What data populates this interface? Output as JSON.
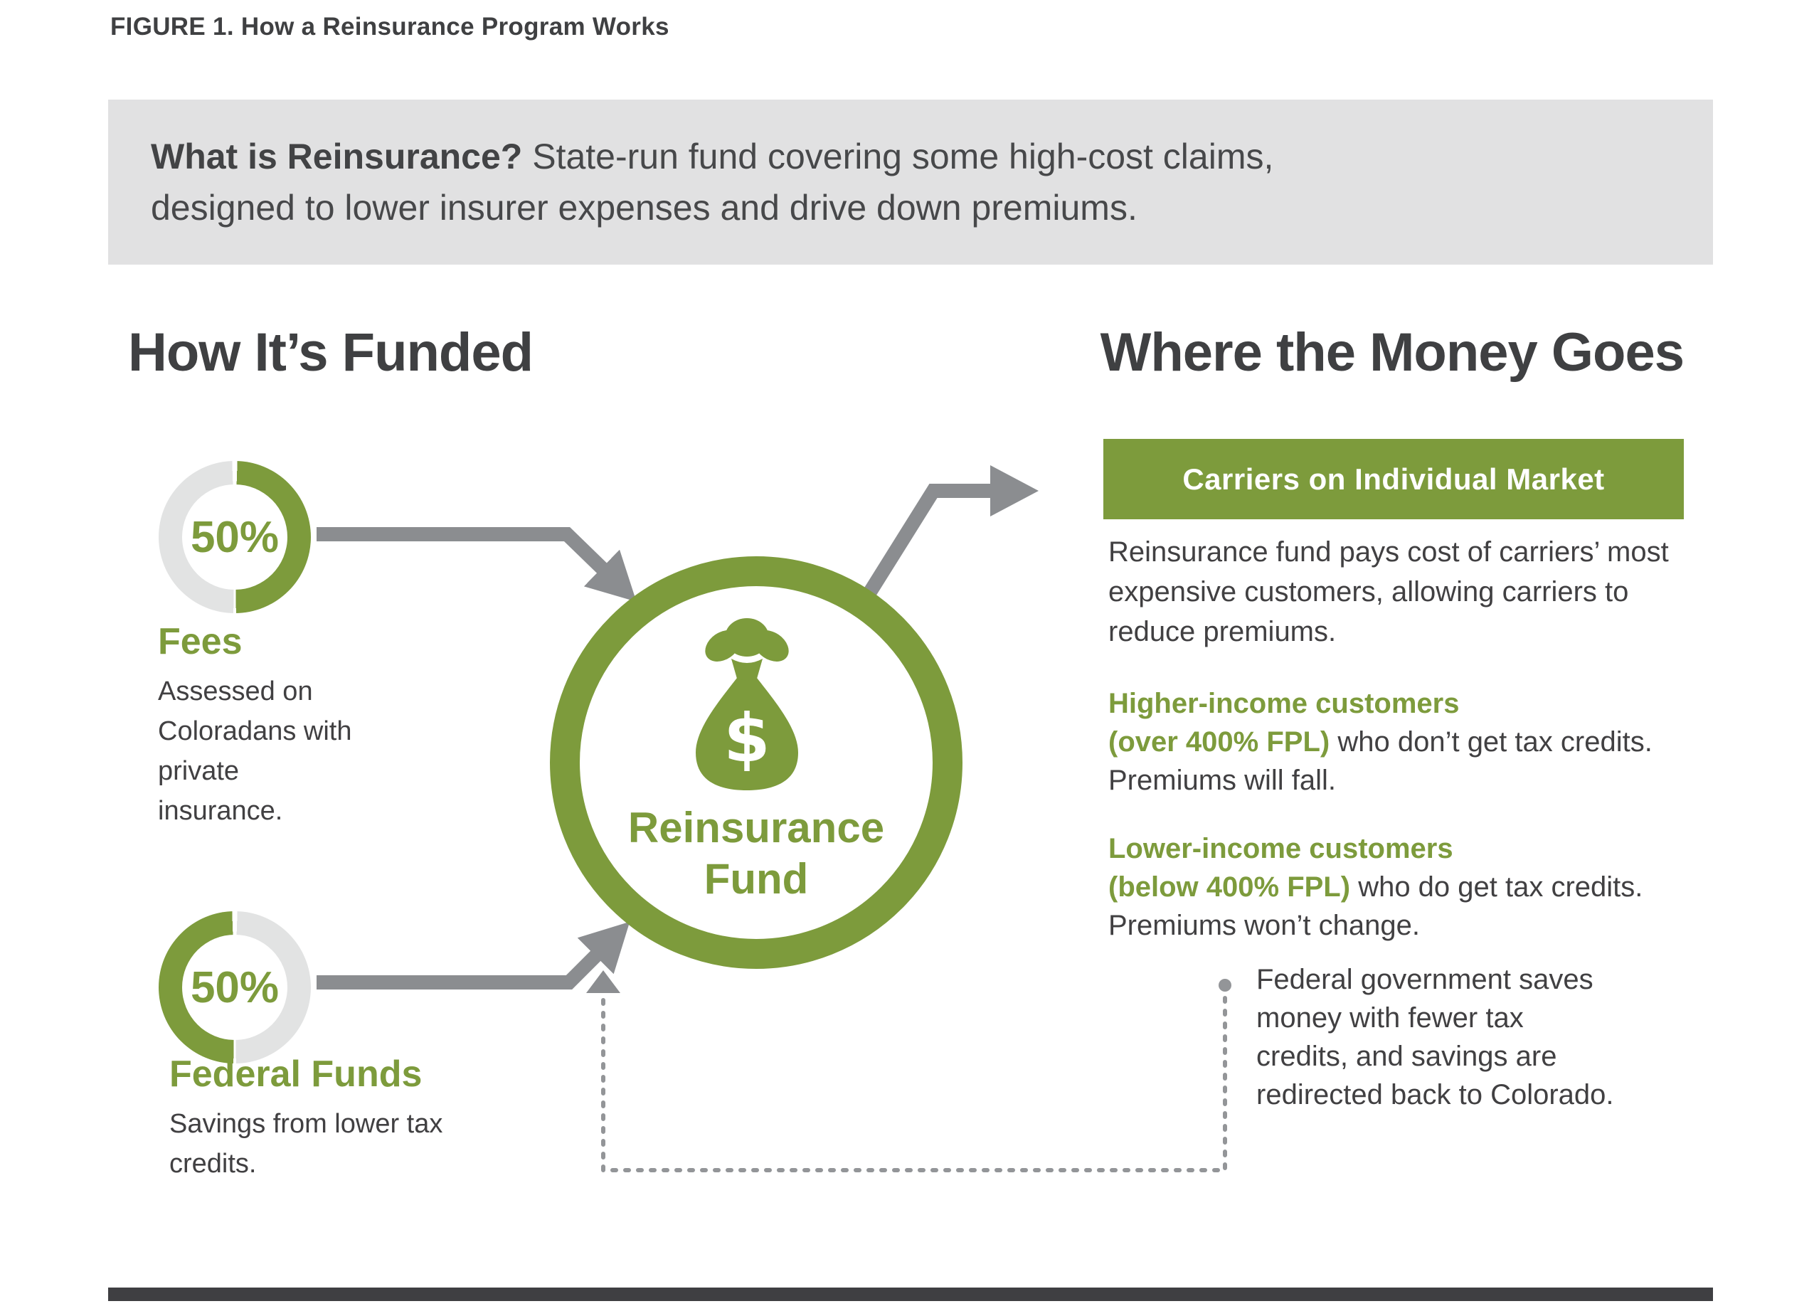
{
  "figure_title": "FIGURE 1. How a Reinsurance Program Works",
  "intro": {
    "bold": "What is Reinsurance?",
    "rest_line1": " State-run fund covering some high-cost claims,",
    "line2": "designed to lower insurer expenses and drive down premiums."
  },
  "funded": {
    "heading": "How It’s Funded",
    "sources": [
      {
        "percent": "50%",
        "label": "Fees",
        "description": "Assessed on Coloradans with private insurance."
      },
      {
        "percent": "50%",
        "label": "Federal Funds",
        "description": "Savings from lower tax credits."
      }
    ]
  },
  "fund": {
    "icon": "money-bag-icon",
    "dollar": "$",
    "label_line1": "Reinsurance",
    "label_line2": "Fund"
  },
  "money_goes": {
    "heading": "Where the Money Goes",
    "destination_box": "Carriers on Individual Market",
    "description": "Reinsurance fund pays cost of carriers’ most expensive customers, allowing carriers to reduce premiums.",
    "groups": [
      {
        "lead": "Higher-income customers",
        "qualifier": "(over 400% FPL)",
        "rest": "who don’t get tax credits. Premiums will fall."
      },
      {
        "lead": "Lower-income customers",
        "qualifier": "(below 400% FPL)",
        "rest": "who do get tax credits. Premiums won’t change."
      }
    ],
    "bullet_note": "Federal government saves money with fewer tax credits, and savings are redirected back to Colorado."
  },
  "colors": {
    "green": "#7d9b3c",
    "dark_text": "#414042",
    "arrow_gray": "#8b8d90",
    "dotted_gray": "#939598",
    "donut_gray": "#e2e3e3",
    "intro_bg": "#e1e1e2",
    "bottom_bar": "#3f3f42"
  }
}
